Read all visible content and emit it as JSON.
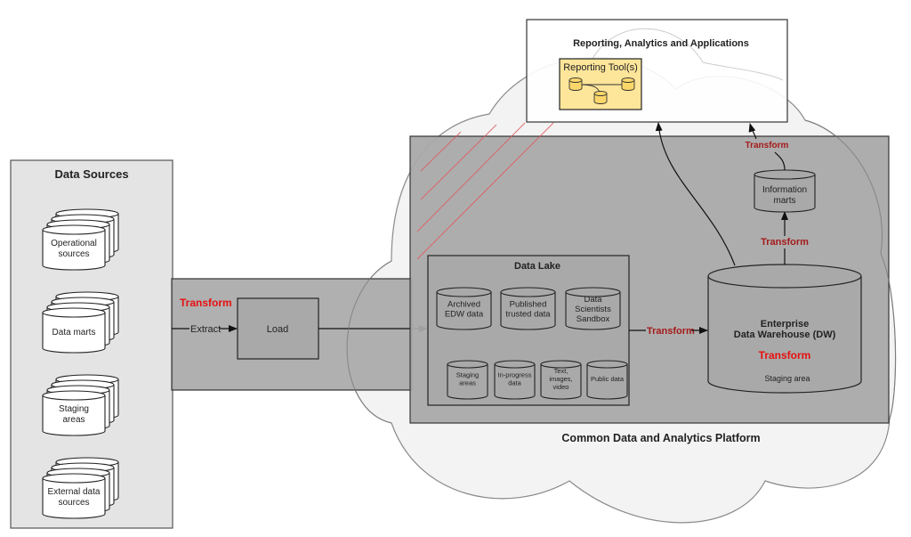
{
  "diagram": {
    "data_sources": {
      "title": "Data Sources",
      "items": [
        {
          "line1": "Operational",
          "line2": "sources"
        },
        {
          "line1": "Data marts",
          "line2": ""
        },
        {
          "line1": "Staging",
          "line2": "areas"
        },
        {
          "line1": "External data",
          "line2": "sources"
        }
      ]
    },
    "etl": {
      "transform_label": "Transform",
      "extract_label": "Extract",
      "load_label": "Load"
    },
    "reporting": {
      "title": "Reporting, Analytics and Applications",
      "tool_label": "Reporting Tool(s)"
    },
    "platform": {
      "title": "Common Data and Analytics Platform",
      "data_lake": {
        "title": "Data Lake",
        "top_items": [
          {
            "lines": [
              "Archived",
              "EDW data"
            ]
          },
          {
            "lines": [
              "Published",
              "trusted data"
            ]
          },
          {
            "lines": [
              "Data",
              "Scientists",
              "Sandbox"
            ]
          }
        ],
        "bottom_items": [
          {
            "lines": [
              "Staging",
              "areas"
            ]
          },
          {
            "lines": [
              "In-progress",
              "data"
            ]
          },
          {
            "lines": [
              "Text,",
              "images,",
              "video"
            ]
          },
          {
            "lines": [
              "Public data"
            ]
          }
        ]
      },
      "lake_to_dw_label": "Transform",
      "edw": {
        "line1": "Enterprise",
        "line2": "Data Warehouse (DW)",
        "transform_label": "Transform",
        "staging_label": "Staging area"
      },
      "dw_to_marts_label": "Transform",
      "info_marts": {
        "line1": "Information",
        "line2": "marts"
      },
      "marts_to_reporting_label": "Transform"
    },
    "colors": {
      "cloud_fill": "#f3f3f3",
      "platform_fill": "#a9a9a9",
      "tool_fill": "#fde59a",
      "transform_red": "#e81010",
      "transform_darkred": "#a51a1a",
      "hatch_red": "#e05a5a"
    }
  }
}
